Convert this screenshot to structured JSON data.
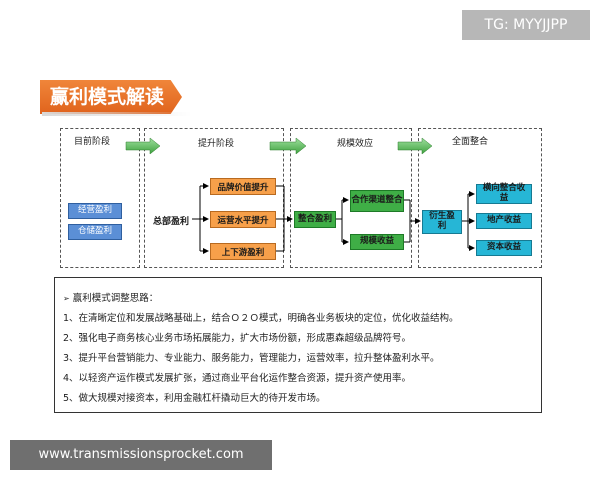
{
  "watermark_top": "TG: MYYJJPP",
  "watermark_bottom": "www.transmissionsprocket.com",
  "title": "赢利模式解读",
  "stages": {
    "stage1": "目前阶段",
    "stage2": "提升阶段",
    "stage3": "规模效应",
    "stage4": "全面整合"
  },
  "boxes": {
    "current_ops": "经营盈利",
    "warehouse": "仓储盈利",
    "hq_profit": "总部盈利",
    "brand_value": "品牌价值提升",
    "ops_level": "运营水平提升",
    "updown_profit": "上下游盈利",
    "integrated_profit": "整合盈利",
    "channel_integration": "合作渠道整合",
    "scale_income": "规模收益",
    "derivative_profit": "衍生盈利",
    "vertical_income": "横向整合收益",
    "property_income": "地产收益",
    "capital_income": "资本收益"
  },
  "notes": {
    "heading": "赢利模式调整思路：",
    "items": [
      "1、在清晰定位和发展战略基础上，结合Ｏ２Ｏ模式，明确各业务板块的定位，优化收益结构。",
      "2、强化电子商务核心业务市场拓展能力，扩大市场份额，形成惠森超级品牌符号。",
      "3、提升平台营销能力、专业能力、服务能力，管理能力，运营效率，拉升整体盈利水平。",
      "4、以轻资产运作模式发展扩张，通过商业平台化运作整合资源，提升资产使用率。",
      "5、做大规模对接资本，利用金融杠杆撬动巨大的待开发市场。"
    ]
  },
  "colors": {
    "title_orange": "#e0631d",
    "blue": "#5b8fd6",
    "orange": "#f7a04a",
    "green": "#3fae46",
    "cyan": "#26b6d6",
    "arrow_green": "#5cb85c"
  }
}
